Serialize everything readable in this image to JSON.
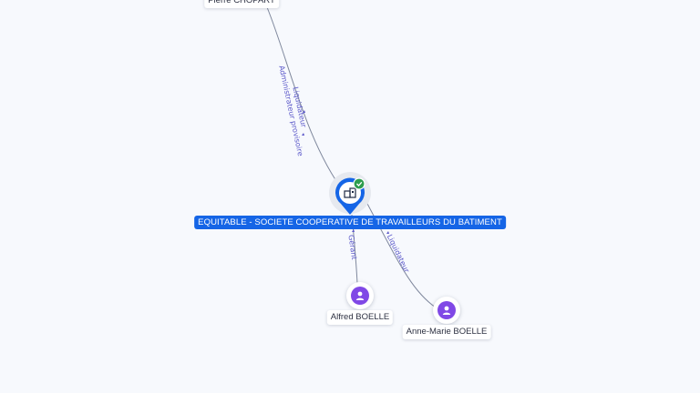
{
  "company": {
    "name": "EQUITABLE - SOCIETE COOPERATIVE DE TRAVAILLEURS DU BATIMENT",
    "icon": "building-icon",
    "status_icon": "check-circle-icon",
    "color": "#1565e6",
    "status_color": "#2e9d4e"
  },
  "people": [
    {
      "name": "Pierre CHOPART",
      "icon": "person-icon"
    },
    {
      "name": "Alfred BOELLE",
      "icon": "person-icon"
    },
    {
      "name": "Anne-Marie BOELLE",
      "icon": "person-icon"
    }
  ],
  "edges": [
    {
      "from": "Pierre CHOPART",
      "to": "company",
      "labels": [
        "Liquidateur",
        "Administrateur provisoire"
      ]
    },
    {
      "from": "Alfred BOELLE",
      "to": "company",
      "labels": [
        "Gérant"
      ]
    },
    {
      "from": "Anne-Marie BOELLE",
      "to": "company",
      "labels": [
        "Liquidateur"
      ]
    }
  ],
  "colors": {
    "person_accent": "#8048e6",
    "edge_label": "#5a57c9",
    "edge_line": "#7f889d"
  }
}
